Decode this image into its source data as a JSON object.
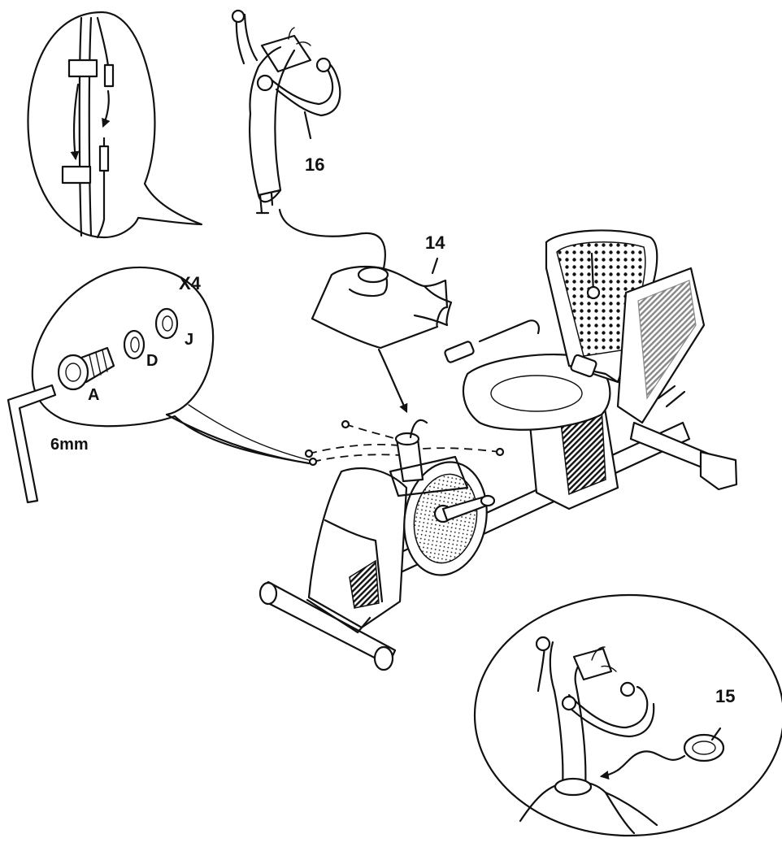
{
  "labels": {
    "part_16": "16",
    "part_14": "14",
    "part_15": "15",
    "quantity": "X4",
    "bolt": "A",
    "lock_washer": "D",
    "washer": "J",
    "hex_key_size": "6mm"
  },
  "icons": {
    "hex_key": "hex-key-icon",
    "bolt": "bolt-icon",
    "connector": "wire-connector-icon"
  },
  "colors": {
    "line": "#111111",
    "background": "#ffffff"
  }
}
